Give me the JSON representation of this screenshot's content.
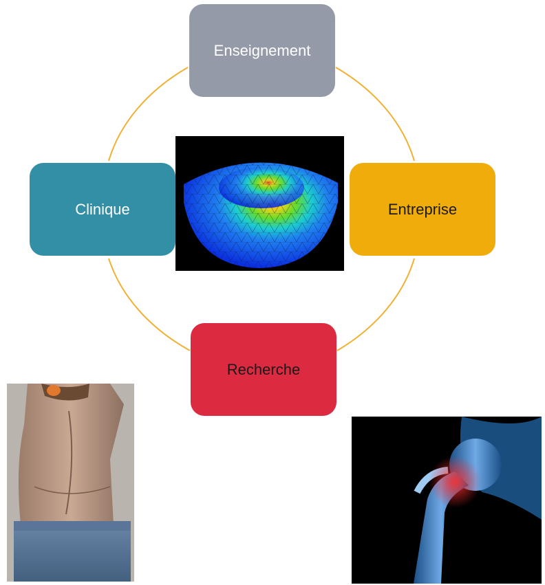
{
  "cycle": {
    "nodes": [
      {
        "id": "top",
        "label": "Enseignement",
        "color": "#959aa8",
        "text_color": "#ffffff"
      },
      {
        "id": "right",
        "label": "Entreprise",
        "color": "#f0ac0a",
        "text_color": "#1a1a1a"
      },
      {
        "id": "bottom",
        "label": "Recherche",
        "color": "#dc2a41",
        "text_color": "#1a1a1a"
      },
      {
        "id": "left",
        "label": "Clinique",
        "color": "#338fa5",
        "text_color": "#ffffff"
      }
    ],
    "connector_color": "#f0b132"
  },
  "images": {
    "center": "finite-element-mesh-heatmap",
    "bottom_left": "scoliosis-back-photo",
    "bottom_right": "hip-fracture-xray"
  }
}
